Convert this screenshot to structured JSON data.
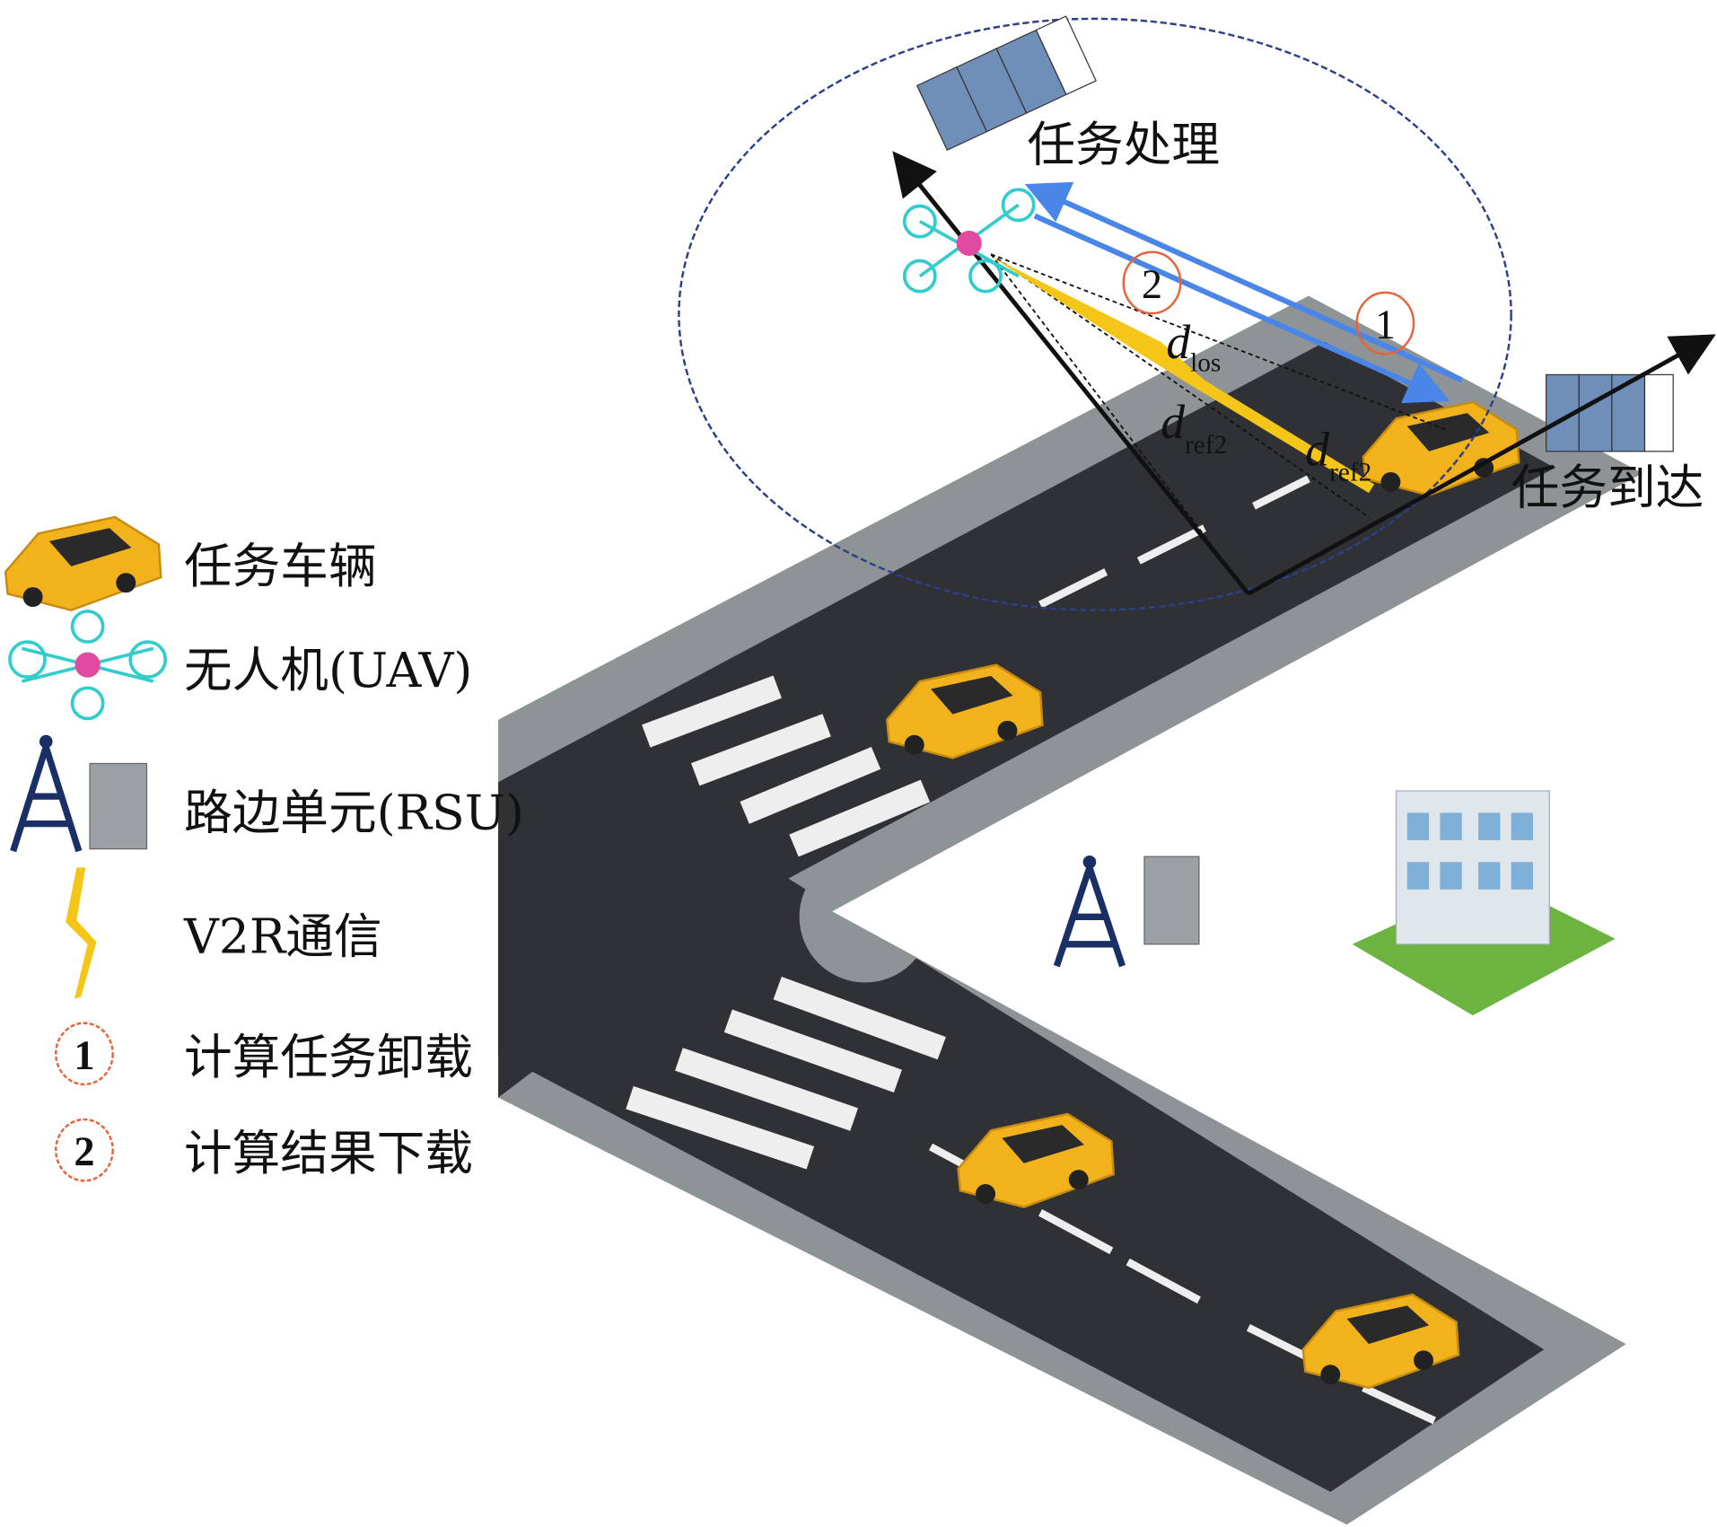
{
  "labels": {
    "task_processing": "任务处理",
    "task_arrival": "任务到达",
    "d_los": "d",
    "d_los_sub": "los",
    "d_ref2_a": "d",
    "d_ref2_a_sub": "ref2",
    "d_ref2_b": "d",
    "d_ref2_b_sub": "ref2",
    "step1": "1",
    "step2": "2"
  },
  "legend": [
    {
      "icon": "task-vehicle-icon",
      "label": "任务车辆"
    },
    {
      "icon": "uav-icon",
      "label": "无人机(UAV)"
    },
    {
      "icon": "rsu-icon",
      "label": "路边单元(RSU)"
    },
    {
      "icon": "v2r-lightning-icon",
      "label": "V2R通信"
    },
    {
      "icon": "step-1-icon",
      "number": "1",
      "label": "计算任务卸载"
    },
    {
      "icon": "step-2-icon",
      "number": "2",
      "label": "计算结果下载"
    }
  ],
  "colors": {
    "car": "#f2b21c",
    "road": "#2f3135",
    "sidewalk": "#8e9496",
    "link_blue": "#4a86e8",
    "v2r_yellow": "#f5c518",
    "step_circle": "#e8633a",
    "queue": "#6f8fb8",
    "coverage": "#2c3f8a"
  }
}
